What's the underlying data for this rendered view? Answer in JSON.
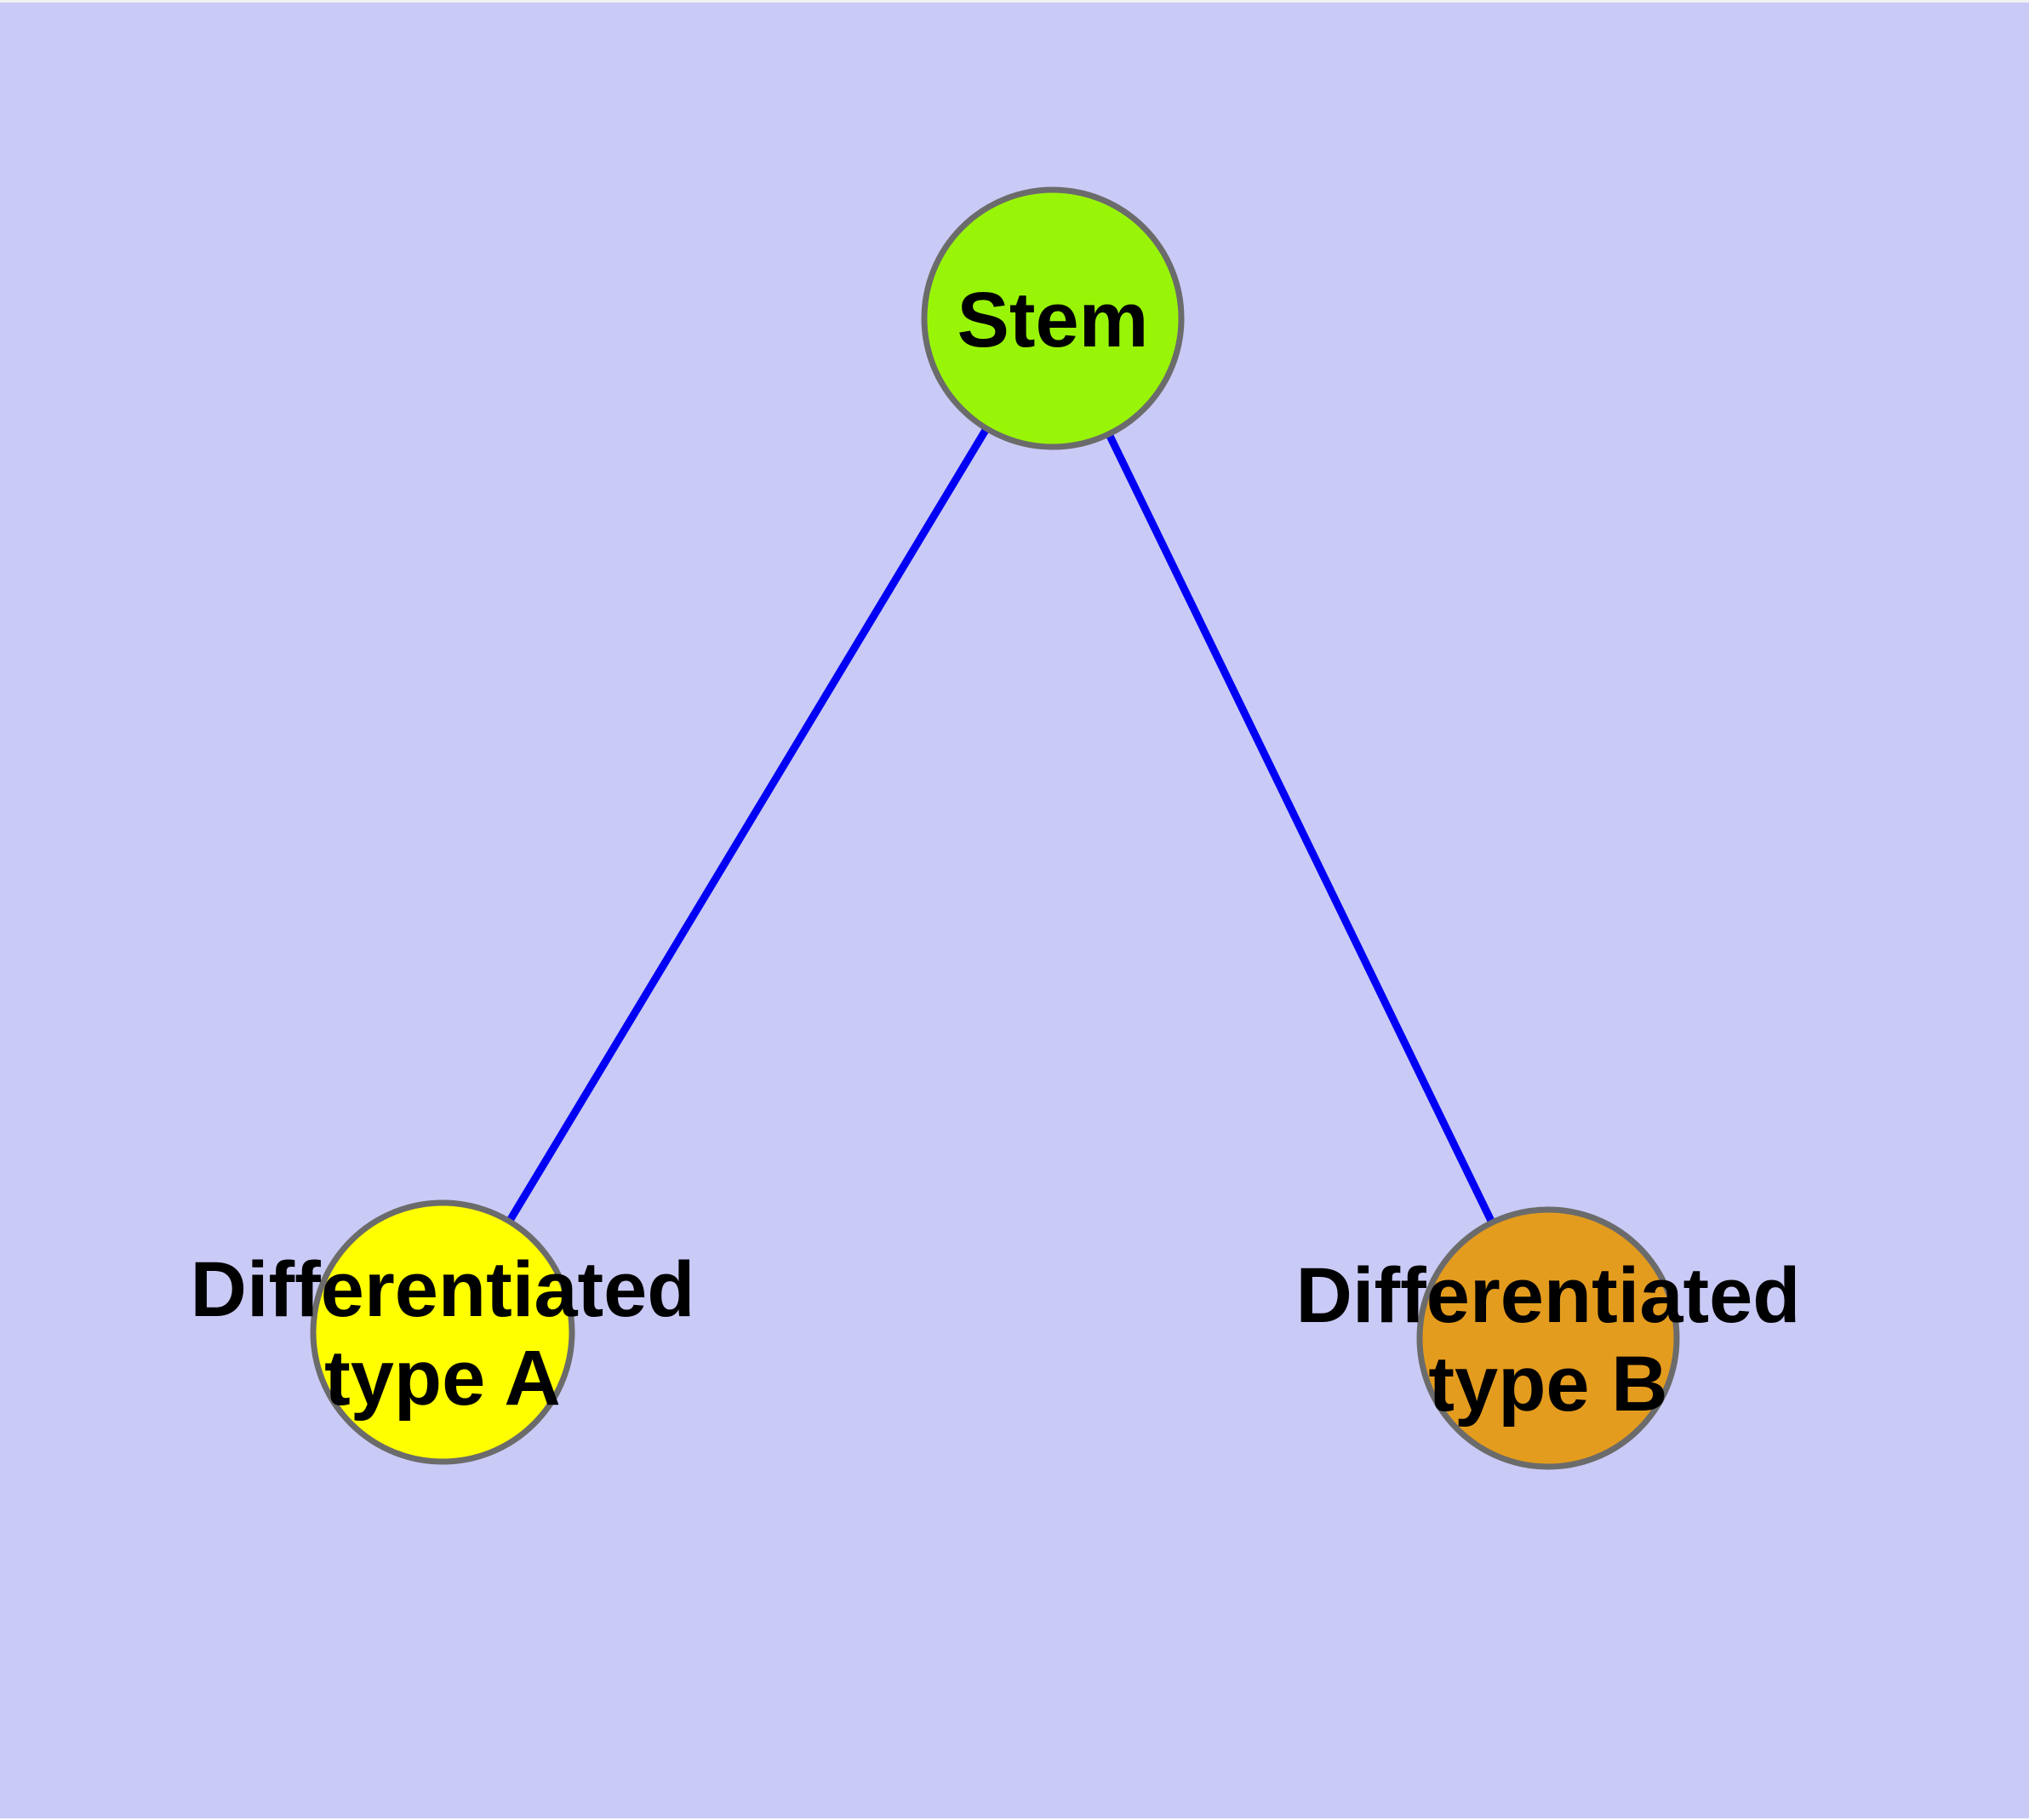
{
  "diagram": {
    "background_color": "#CACAF6",
    "node_border_color": "#6B6B6B",
    "edge_color": "#0000F5",
    "text_color": "#000000",
    "top_edge_artifact_color": "#F2F2F2",
    "bottom_edge_artifact_color": "#FDFDFD",
    "nodes": [
      {
        "id": "stem",
        "label_lines": [
          "Stem"
        ],
        "fill": "#99F508"
      },
      {
        "id": "differentiated-type-a",
        "label_lines": [
          "Differentiated",
          "type A"
        ],
        "fill": "#FFFF00"
      },
      {
        "id": "differentiated-type-b",
        "label_lines": [
          "Differentiated",
          "type B"
        ],
        "fill": "#E49C1E"
      }
    ],
    "edges": [
      {
        "from": "stem",
        "to": "differentiated-type-a"
      },
      {
        "from": "stem",
        "to": "differentiated-type-b"
      }
    ]
  }
}
